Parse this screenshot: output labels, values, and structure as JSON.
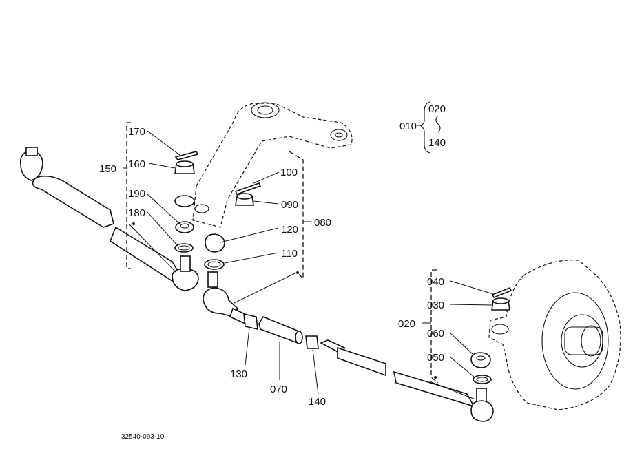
{
  "labels": {
    "p010": "010",
    "p020_top": "020",
    "p140_top": "140",
    "p170": "170",
    "p160": "160",
    "p150": "150",
    "p190": "190",
    "p180": "180",
    "p100": "100",
    "p090": "090",
    "p120": "120",
    "p080": "080",
    "p110": "110",
    "p130": "130",
    "p070": "070",
    "p140": "140",
    "p040": "040",
    "p030": "030",
    "p020": "020",
    "p060": "060",
    "p050": "050"
  },
  "drawing_code": "32540-093-10"
}
